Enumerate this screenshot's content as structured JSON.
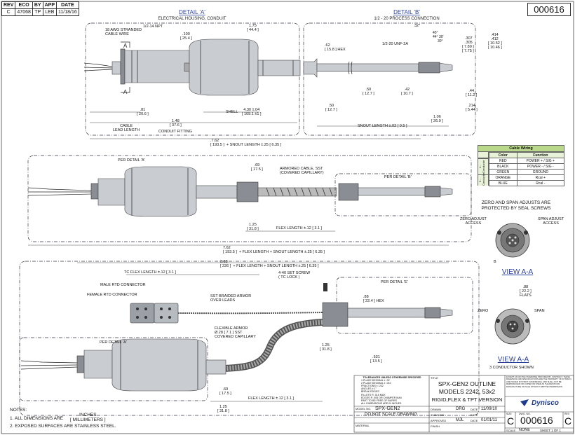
{
  "revision_block": {
    "headers": [
      "REV",
      "ECO",
      "BY",
      "APP",
      "DATE"
    ],
    "values": [
      "C",
      "47068",
      "TP",
      "LEB",
      "11/18/16"
    ]
  },
  "drawing_number": "000616",
  "detail_a": {
    "title": "DETAIL 'A'",
    "subtitle": "ELECTRICAL HOUSING, CONDUIT",
    "labels": {
      "wire": "18 AWG STRANDED\nCABLE WIRE",
      "npt": "1/2-14 NPT",
      "d100": ".100\n[ 25.4 ]",
      "d175": "1.75\n[ 44.4 ]",
      "d81": ".81\n[ 20.6 ]",
      "d148": "1.48\n[ 37.6 ]",
      "shell": "SHELL",
      "shell_dim": "4.30 ±.04\n[ 109.1 ±1 ]",
      "cable_len": "CABLE\nLEAD LENGTH",
      "conduit": "CONDUIT FITTING",
      "hex": ".62\n[ 15.8 ] HEX",
      "section_a": "A"
    }
  },
  "detail_b": {
    "title": "DETAIL 'B'",
    "subtitle": "1/2 - 20 PROCESS CONNECTION",
    "labels": {
      "angle": "32°",
      "a45": "45°",
      "a44": "44° 30'",
      "a30": "30°",
      "unf": "1/2-20 UNF-2A",
      "d307": ".307\n.305",
      "d780": "[ 7.80 ]\n[ 7.75 ]",
      "d414": ".414\n.412",
      "d1052": "[ 10.52 ]\n[ 10.46 ]",
      "d50": ".50\n[ 12.7 ]",
      "d42": ".42\n[ 10.7 ]",
      "d44": ".44\n[ 11.2 ]",
      "d50b": ".50\n[ 12.7 ]",
      "d214": ".214\n[ 5.44 ]",
      "d106": "1.06\n[ 26.9 ]",
      "snout": "SNOUT LENGTH ±.02 [ 0.5 ]"
    }
  },
  "rigid_dim": ".7.62\n[ 193.5 ]  + SNOUT LENGTH ±.25 [ 6.35 ]",
  "flex": {
    "per_a": "PER DETAIL 'A'",
    "per_b": "PER DETAIL 'B'",
    "d69": ".69\n[ 17.5 ]",
    "armored": "ARMORED CABLE, SST\n(COVERED CAPILLARY)",
    "d125": "1.25\n[ 31.8 ]",
    "flex_len": "FLEX LENGTH ±.12 [ 3.1 ]",
    "total": "7.62\n[ 193.5 ]  + FLEX LENGTH + SNOUT LENGTH ±.25 [ 6.35 ]"
  },
  "tpt": {
    "total": "8.88\n[ 226 ]  + FLEX LENGTH + SNOUT LENGTH ±.25 [ 6.35 ]",
    "tc_flex": "TC FLEX LENGTH ±.12 [ 3.1 ]",
    "set_screw": "4-40 SET SCREW\n( TC LOCK )",
    "male_rtd": "MALE RTD CONNECTOR",
    "female_rtd": "FEMALE RTD CONNECTOR",
    "sst_braid": "SST BRAIDED ARMOR\nOVER LEADS",
    "per_e": "PER DETAIL 'E'",
    "hex": ".88\n[ 22.4 ] HEX",
    "flex_armor": "FLEXIBLE ARMOR\nØ.28 [ 7.1 ] SST\nCOVERED CAPILLARY",
    "d125": "1.25\n[ 31.8 ]",
    "d531": ".531\n[ 13.5 ]",
    "per_a": "PER DETAIL 'A'",
    "d69": ".69\n[ 17.5 ]",
    "d125b": "1.25\n[ 31.8 ]",
    "flex_len": "FLEX LENGTH ±.12 [ 3.1 ]"
  },
  "cable_wiring": {
    "title": "Cable Wiring",
    "headers": [
      "Color",
      "Function"
    ],
    "group1": "4 - Conductor",
    "group2": "6 - Conductor",
    "rows": [
      [
        "RED",
        "POWER + / SIG +"
      ],
      [
        "BLACK",
        "POWER - / SIG -"
      ],
      [
        "GREEN",
        "GROUND"
      ],
      [
        "ORANGE",
        "Rcal +"
      ],
      [
        "BLUE",
        "Rcal -"
      ]
    ]
  },
  "zero_span_note": "ZERO AND SPAN ADJUSTS ARE\nPROTECTED BY SEAL SCREWS",
  "view_aa_1": {
    "zero": "ZERO ADJUST\nACCESS",
    "span": "SPAN ADJUST\nACCESS",
    "title": "VIEW A-A"
  },
  "view_aa_2": {
    "flats": ".88\n[ 22.2 ]\nFLATS",
    "zero": "ZERO",
    "span": "SPAN",
    "title": "VIEW A-A",
    "note": "3 CONDUCTOR SHOWN"
  },
  "notes": {
    "header": "NOTES:",
    "items": [
      "1. ALL DIMENSIONS ARE",
      "2. EXPOSED SURFACES ARE STAINLESS STEEL."
    ],
    "units": "INCHES\n[ MILLIMETERS ]"
  },
  "title_block": {
    "tolerance_title": "TOLERANCES UNLESS OTHERWISE SPECIFIED",
    "tol_lines": [
      "1 PLACE DECIMAL ± .02",
      "2 PLACE DECIMAL ± .010",
      "FRACTIONS ± 1/32",
      "ANGLES ± 1°",
      "BREAK EDGES",
      "FILLETS R .015 MAX",
      "EDGES R .005 OR CHAMFER MAX",
      "PART TO BE FREE OF BURRS",
      "ALL DIMENSIONS ARE IN INCHES"
    ],
    "model_no_label": "MODEL NO.",
    "model_no": "SPX-GEN2",
    "no_scale": "DO NOT SCALE DRAWING",
    "material": "MATERIAL",
    "title_label": "TITLE",
    "title1": "SPX-GEN2 OUTLINE",
    "title2": "MODELS 2242, 53x2",
    "title3": "RIGID,FLEX & TPT VERSION",
    "drawn_label": "DRAWN",
    "drawn": "DRG",
    "drawn_date": "11/09/10",
    "checked_label": "CHECKED",
    "approved_label": "APPROVED",
    "approved": "MJL",
    "approved_date": "01/01/11",
    "finish_label": "FINISH",
    "date_label": "DATE",
    "notice": "EXCEPT AS MAY BE OTHERWISE PROVIDED BY CONTRACT, THESE DRAWINGS AND SPECIFICATIONS ARE THE PROPERTY OF DYNISCO, ARE ISSUED IN STRICT CONFIDENCE, AND SHALL NOT BE REPRODUCED OR COPIED OR USED AS THE BASIS FOR MANUFACTURE OR SALE WITHOUT WRITTEN PERMISSION.",
    "brand": "Dynisco",
    "size_label": "SIZE",
    "size": "C",
    "dwg_label": "DWG. NO.",
    "dwg": "000616",
    "rev_label": "REV",
    "rev": "C",
    "scale_label": "SCALE",
    "scale": "NONE",
    "sheet": "SHEET  1  OF  1"
  },
  "section_letters": {
    "b": "B",
    "c": "C"
  }
}
